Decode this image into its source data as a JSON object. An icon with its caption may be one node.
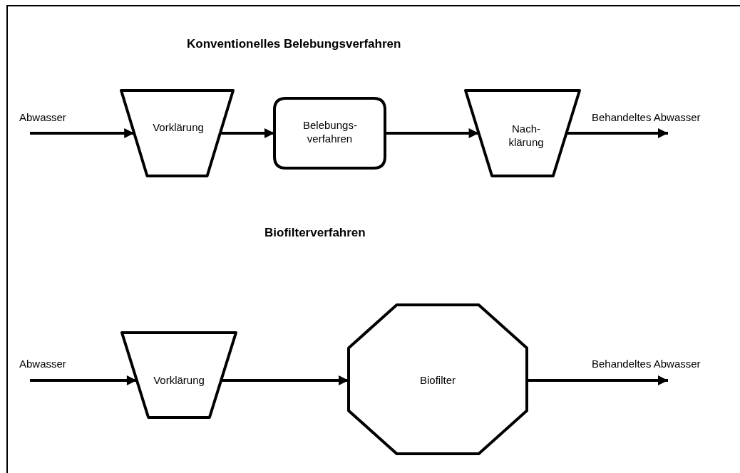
{
  "diagram": {
    "nodes": [
      {
        "text": [
          "Vorklärung"
        ]
      },
      {
        "text": [
          "Belebungs- verfahren"
        ]
      },
      {
        "text": [
          "Nach- klärung"
        ]
      },
      {
        "text": [
          "Vorklärung"
        ]
      },
      {
        "text": [
          "Biofilter"
        ]
      }
    ],
    "edges": [
      {
        "from": null,
        "to": 0,
        "arrow": "to",
        "label": "Abwasser"
      },
      {
        "from": 0,
        "to": 1,
        "arrow": "to"
      },
      {
        "from": 1,
        "to": 2,
        "arrow": "to"
      },
      {
        "from": 2,
        "to": null,
        "arrow": "to",
        "label": "Behandeltes Abwasser"
      },
      {
        "from": null,
        "to": 3,
        "arrow": "to",
        "label": "Abwasser"
      },
      {
        "from": 3,
        "to": 4,
        "arrow": "to"
      },
      {
        "from": 4,
        "to": null,
        "arrow": "to",
        "label": "Behandeltes Abwasser"
      }
    ],
    "labels": [
      "Konventionelles Belebungsverfahren",
      "Biofilterverfahren"
    ]
  }
}
